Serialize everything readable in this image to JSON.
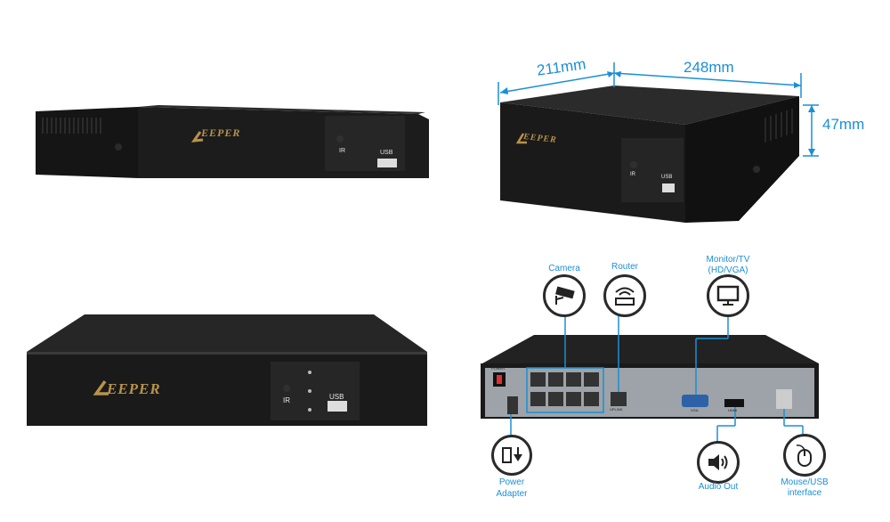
{
  "brand": "EEPER",
  "front_panel": {
    "ir": "IR",
    "usb": "USB"
  },
  "dimensions": {
    "depth": "211mm",
    "width": "248mm",
    "height": "47mm"
  },
  "rear_labels": {
    "camera": "Camera",
    "router": "Router",
    "monitor_line1": "Monitor/TV",
    "monitor_line2": "(HD/VGA)",
    "power_line1": "Power",
    "power_line2": "Adapter",
    "audio": "Audio Out",
    "mouse_line1": "Mouse/USB",
    "mouse_line2": "interface"
  },
  "rear_panel": {
    "power": "POWER",
    "uplink": "UPLINK",
    "vga": "VGA",
    "hdmi": "HDMI"
  },
  "colors": {
    "accent": "#1a8fd6",
    "brand_gold": "#b8934a",
    "body": "#1c1c1c"
  },
  "icons": [
    "camera-icon",
    "router-icon",
    "monitor-icon",
    "power-adapter-icon",
    "speaker-icon",
    "mouse-icon"
  ]
}
